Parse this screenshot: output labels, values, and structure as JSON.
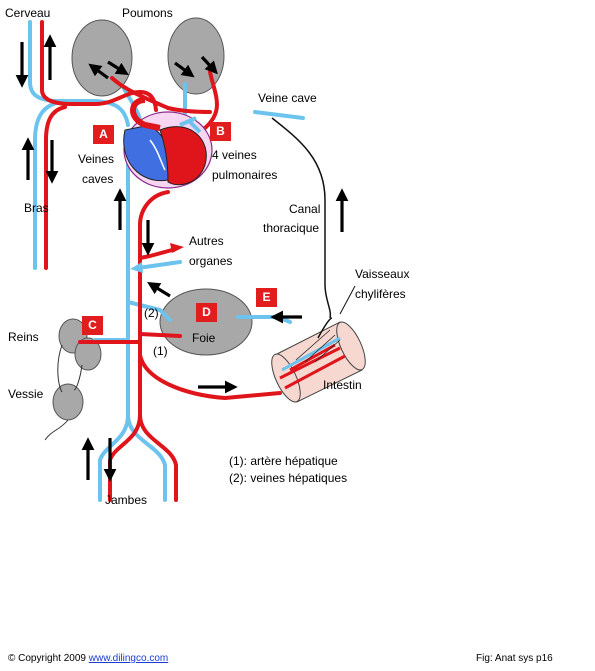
{
  "labels": {
    "cerveau": "Cerveau",
    "poumons": "Poumons",
    "veine_cave": "Veine cave",
    "veines": "Veines",
    "caves": "caves",
    "quatre_veines": "4 veines",
    "pulmonaires": "pulmonaires",
    "bras": "Bras",
    "canal": "Canal",
    "thoracique": "thoracique",
    "autres": "Autres",
    "organes": "organes",
    "vaisseaux": "Vaisseaux",
    "chyliferes": "chylifères",
    "reins": "Reins",
    "foie": "Foie",
    "vessie": "Vessie",
    "intestin": "Intestin",
    "num_2": "(2)",
    "num_1": "(1)",
    "jambes": "Jambes"
  },
  "tags": {
    "a": "A",
    "b": "B",
    "c": "C",
    "d": "D",
    "e": "E"
  },
  "legend": {
    "line1": "(1): artère hépatique",
    "line2": "(2): veines hépatiques"
  },
  "footer": {
    "copyright_prefix": "© Copyright 2009 ",
    "link": "www.dilingco.com",
    "fig": "Fig:  Anat sys  p16"
  },
  "colors": {
    "artery": "#e0151b",
    "vein": "#6cc4ee",
    "organ_fill": "#a8a8a8",
    "tag": "#e11d1d"
  }
}
